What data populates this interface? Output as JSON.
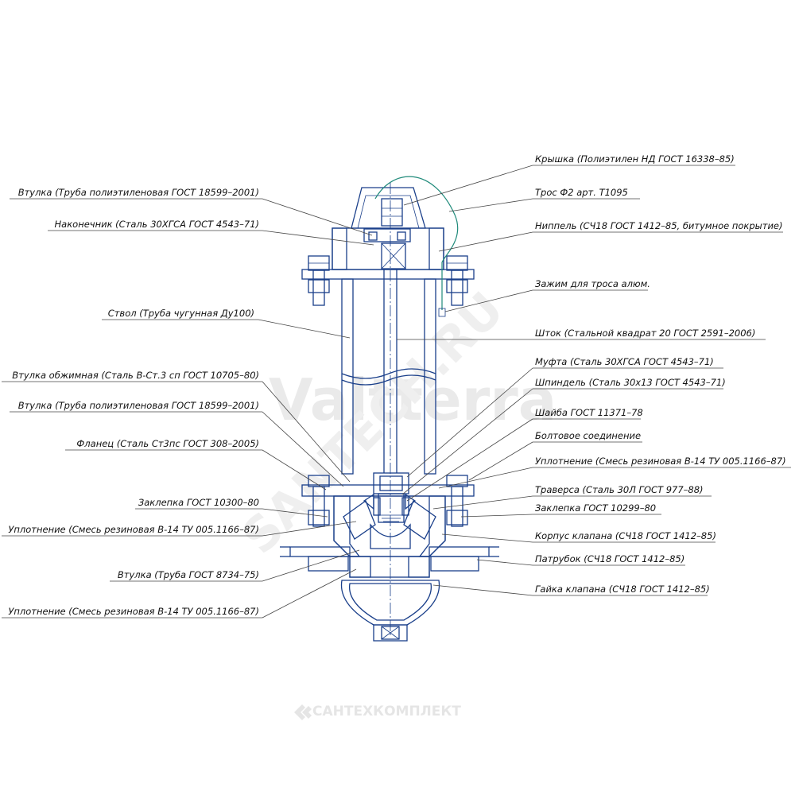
{
  "watermarks": {
    "brand": "Valtterra",
    "site": "SANTECH.RU",
    "footer": "САНТЕХКОМПЛЕКТ"
  },
  "colors": {
    "drawing": "#1a3f8a",
    "fill": "#dfe9f5",
    "cable": "#1f8a7a",
    "leader": "#444444",
    "watermark": "#d9d9d9"
  },
  "labels_left": [
    "Втулка (Труба полиэтиленовая ГОСТ 18599–2001)",
    "Наконечник (Сталь 30ХГСА ГОСТ 4543–71)",
    "Ствол (Труба чугунная Ду100)",
    "Втулка обжимная (Сталь В-Ст.3 сп ГОСТ 10705–80)",
    "Втулка (Труба полиэтиленовая ГОСТ 18599–2001)",
    "Фланец (Сталь Ст3пс ГОСТ 308–2005)",
    "Заклепка ГОСТ 10300–80",
    "Уплотнение (Смесь резиновая В-14 ТУ 005.1166–87)",
    "Втулка (Труба ГОСТ 8734–75)",
    "Уплотнение (Смесь резиновая В-14 ТУ 005.1166–87)"
  ],
  "labels_right": [
    "Крышка (Полиэтилен НД ГОСТ 16338–85)",
    "Трос Ф2 арт. Т1095",
    "Ниппель (СЧ18 ГОСТ 1412–85, битумное покрытие)",
    "Зажим для троса алюм.",
    "Шток (Стальной квадрат 20 ГОСТ 2591–2006)",
    "Муфта (Сталь 30ХГСА ГОСТ 4543–71)",
    "Шпиндель (Сталь 30х13 ГОСТ 4543–71)",
    "Шайба ГОСТ 11371–78",
    "Болтовое соединение",
    "Уплотнение (Смесь резиновая В-14 ТУ 005.1166–87)",
    "Траверса (Сталь 30Л ГОСТ 977–88)",
    "Заклепка ГОСТ 10299–80",
    "Корпус клапана (СЧ18 ГОСТ 1412–85)",
    "Патрубок (СЧ18 ГОСТ 1412–85)",
    "Гайка клапана (СЧ18 ГОСТ 1412–85)"
  ]
}
